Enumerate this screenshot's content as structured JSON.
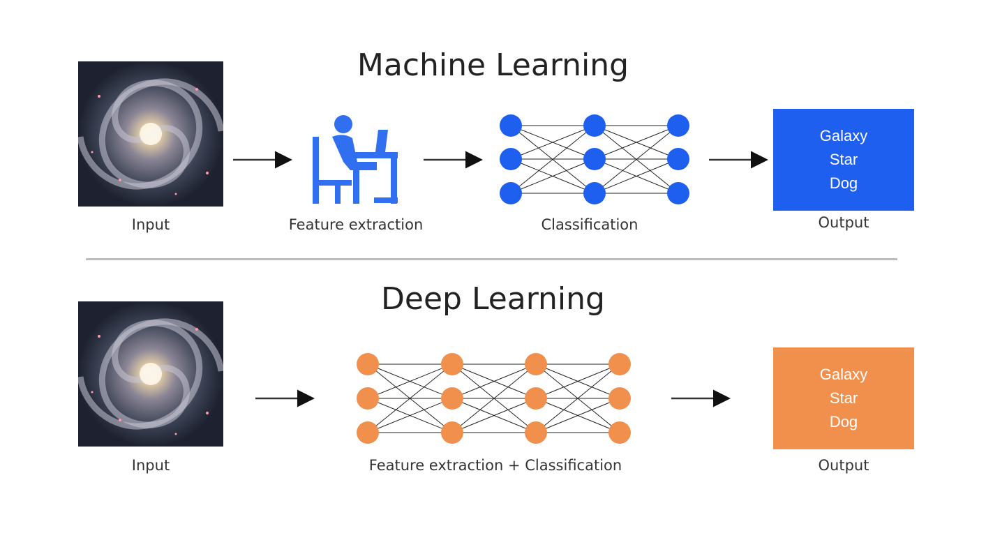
{
  "machine_learning": {
    "title": "Machine Learning",
    "stages": {
      "input_label": "Input",
      "feature_label": "Feature extraction",
      "classification_label": "Classification",
      "output_label": "Output"
    },
    "output_classes": [
      "Galaxy",
      "Star",
      "Dog"
    ],
    "accent_color": "#1f5ff0"
  },
  "deep_learning": {
    "title": "Deep Learning",
    "stages": {
      "input_label": "Input",
      "combined_label": "Feature extraction + Classification",
      "output_label": "Output"
    },
    "output_classes": [
      "Galaxy",
      "Star",
      "Dog"
    ],
    "accent_color": "#f0904c"
  },
  "icons": {
    "input_image": "galaxy-image",
    "feature_extraction": "person-at-desk-icon",
    "network": "neural-network-icon"
  }
}
